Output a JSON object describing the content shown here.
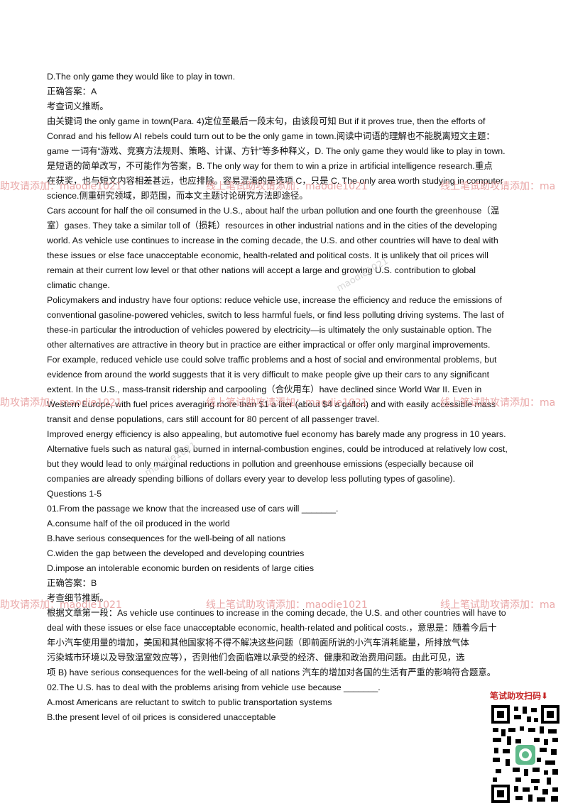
{
  "lines": [
    "D.The only game they would like to play in town.",
    "正确答案：A",
    "考查词义推断。",
    "由关键词 the only game in town(Para. 4)定位至最后一段末句，由该段可知 But if it proves true, then the efforts of",
    "Conrad and his fellow AI rebels could turn out to be the only game in town.阅读中词语的理解也不能脱离短文主题：",
    "game 一词有“游戏、竞赛方法规则、策略、计谋、方针”等多种释义，D. The only game they would like to play in town.",
    "是短语的简单改写，不可能作为答案，B. The only way for them to win a prize in artificial intelligence research.重点",
    "在获奖，也与短文内容相差甚远，也应排除。容易混淆的是选项 C，只是 C. The only area worth studying in computer",
    "science.侧重研究领域，即范围，而本文主题讨论研究方法即途径。",
    "Cars account for half the oil consumed in the U.S., about half the urban pollution and one fourth the greenhouse（温",
    "室）gases. They take a similar toll of（损耗）resources in other industrial nations and in the cities of the developing",
    "world. As vehicle use continues to increase in the coming decade, the U.S. and other countries will have to deal with",
    "these issues or else face unacceptable economic, health-related and political costs. It is unlikely that oil prices will",
    "remain at their current low level or that other nations will accept a large and growing U.S. contribution to global",
    "climatic change.",
    "Policymakers and industry have four options: reduce vehicle use, increase the efficiency and reduce the emissions of",
    "conventional gasoline-powered vehicles, switch to less harmful fuels, or find less polluting driving systems. The last of",
    "these-in particular the introduction of vehicles powered by electricity—is ultimately the only sustainable option. The",
    "other alternatives are attractive in theory but in practice are either impractical or offer only marginal improvements.",
    "For example, reduced vehicle use could solve traffic problems and a host of social and environmental problems, but",
    "evidence from around the world suggests that it is very difficult to make people give up their cars to any significant",
    "extent. In the U.S., mass-transit ridership and carpooling（合伙用车）have declined since World War II. Even in",
    "Western Europe, with fuel prices averaging more than $1 a liter (about $4 a gallon) and with easily accessible mass",
    "transit and dense populations, cars still account for 80 percent of all passenger travel.",
    "Improved energy efficiency is also appealing, but automotive fuel economy has barely made any progress in 10 years.",
    "Alternative fuels such as natural gas, burned in internal-combustion engines, could be introduced at relatively low cost,",
    "but they would lead to only marginal reductions in pollution and greenhouse emissions (especially because oil",
    "companies are already spending billions of dollars every year to develop less polluting types of gasoline).",
    "Questions 1-5",
    "01.From the passage we know that the increased use of cars will _______.",
    "A.consume half of the oil produced in the world",
    "B.have serious consequences for the well-being of all nations",
    "C.widen the gap between the developed and developing countries",
    "D.impose an intolerable economic burden on residents of large cities",
    "正确答案：B",
    "考查细节推断。",
    "根据文章第一段：As vehicle use continues to increase in the coming decade, the U.S. and other countries will have to",
    "deal with these issues or else face unacceptable economic, health-related and political costs.，意思是：随着今后十",
    "年小汽车使用量的增加，美国和其他国家将不得不解决这些问题（即前面所说的小汽车消耗能量，所排放气体",
    "污染城市环境以及导致温室效应等），否则他们会面临难以承受的经济、健康和政治费用问题。由此可见，选",
    "项 B) have serious consequences for the well-being of all nations 汽车的增加对各国的生活有严重的影响符合题意。",
    "02.The U.S. has to deal with the problems arising from vehicle use because _______.",
    "A.most Americans are reluctant to switch to public transportation systems",
    "B.the present level of oil prices is considered unacceptable"
  ],
  "watermarks": {
    "left_a": "助攻请添加：maodie1021",
    "middle": "线上笔试助攻请添加：maodie1021",
    "right_a": "线上笔试助攻请添加：ma",
    "gray": "maodie1021"
  },
  "qr": {
    "caption": "笔试助攻扫码⬇"
  }
}
